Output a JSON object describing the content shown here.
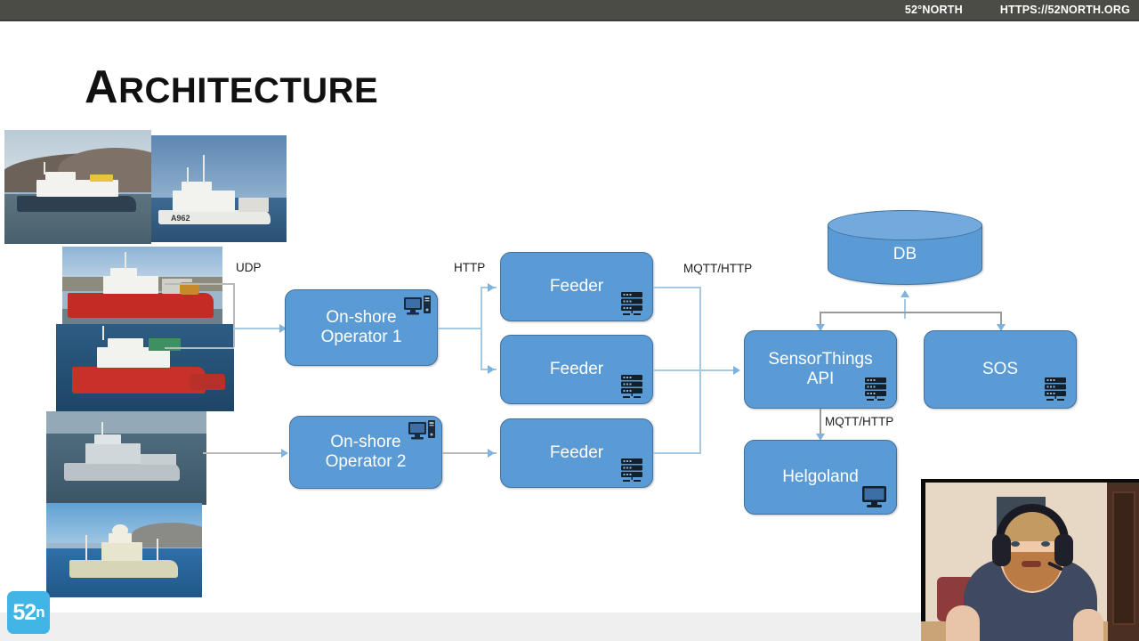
{
  "topbar": {
    "brand": "52°NORTH",
    "url": "HTTPS://52NORTH.ORG"
  },
  "slide": {
    "title": "Architecture",
    "title_cap": "A",
    "title_rest": "RCHITECTURE"
  },
  "diagram": {
    "nodes": [
      {
        "id": "operator1",
        "label_line1": "On-shore",
        "label_line2": "Operator 1",
        "icon": "desktop-computer-icon",
        "shape": "rounded-rect"
      },
      {
        "id": "operator2",
        "label_line1": "On-shore",
        "label_line2": "Operator 2",
        "icon": "desktop-computer-icon",
        "shape": "rounded-rect"
      },
      {
        "id": "feeder1",
        "label_line1": "Feeder",
        "label_line2": "",
        "icon": "server-rack-icon",
        "shape": "rounded-rect"
      },
      {
        "id": "feeder2",
        "label_line1": "Feeder",
        "label_line2": "",
        "icon": "server-rack-icon",
        "shape": "rounded-rect"
      },
      {
        "id": "feeder3",
        "label_line1": "Feeder",
        "label_line2": "",
        "icon": "server-rack-icon",
        "shape": "rounded-rect"
      },
      {
        "id": "db",
        "label_line1": "DB",
        "label_line2": "",
        "icon": "",
        "shape": "cylinder"
      },
      {
        "id": "sensorthings",
        "label_line1": "SensorThings",
        "label_line2": "API",
        "icon": "server-rack-icon",
        "shape": "rounded-rect"
      },
      {
        "id": "sos",
        "label_line1": "SOS",
        "label_line2": "",
        "icon": "server-rack-icon",
        "shape": "rounded-rect"
      },
      {
        "id": "helgoland",
        "label_line1": "Helgoland",
        "label_line2": "",
        "icon": "monitor-icon",
        "shape": "rounded-rect"
      }
    ],
    "edge_labels": {
      "udp": "UDP",
      "http": "HTTP",
      "mqtt_http_feeders": "MQTT/HTTP",
      "mqtt_http_helgoland": "MQTT/HTTP"
    }
  },
  "photos": [
    {
      "id": "ship-1",
      "caption": "research-vessel-grey-fjord"
    },
    {
      "id": "ship-2",
      "caption": "naval-vessel-a962"
    },
    {
      "id": "ship-3",
      "caption": "red-research-vessel-harbour"
    },
    {
      "id": "ship-4",
      "caption": "red-white-trawler-at-sea"
    },
    {
      "id": "ship-5",
      "caption": "grey-patrol-vessel"
    },
    {
      "id": "ship-6",
      "caption": "cream-trawler-coast"
    }
  ],
  "footer": {
    "logo_text": "52",
    "logo_sup": "n"
  },
  "webcam": {
    "label": "presenter-webcam"
  },
  "colors": {
    "topbar_bg": "#4c4c47",
    "node_fill": "#5b9bd5",
    "node_stroke": "#41719c",
    "connector": "#a6c9e2",
    "logo_bg": "#41b6e6",
    "footer_bg": "#efefef"
  }
}
